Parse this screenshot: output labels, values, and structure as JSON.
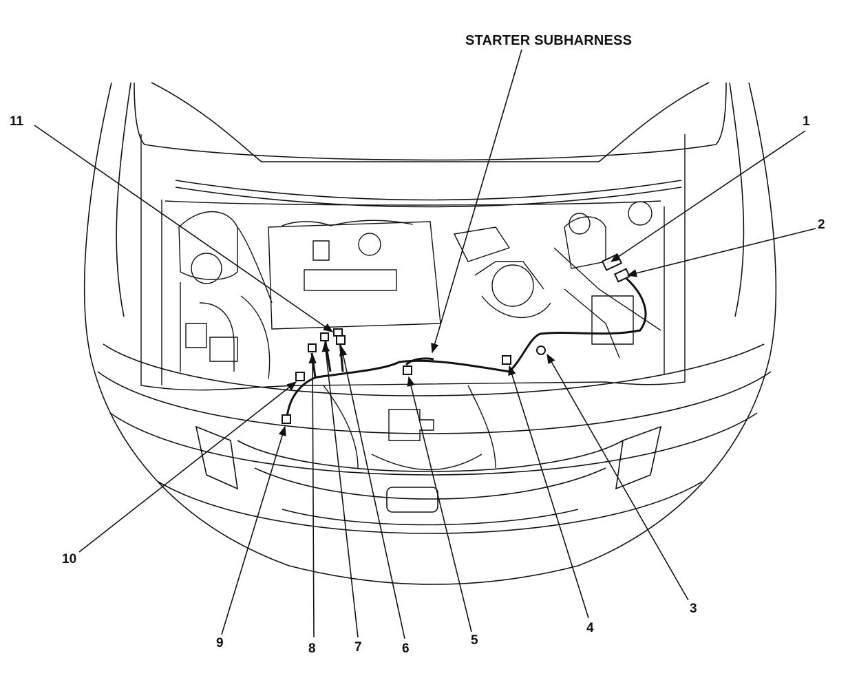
{
  "diagram": {
    "title": "STARTER SUBHARNESS",
    "callouts": [
      "1",
      "2",
      "3",
      "4",
      "5",
      "6",
      "7",
      "8",
      "9",
      "10",
      "11"
    ],
    "colors": {
      "ink": "#111111",
      "background": "#ffffff"
    }
  }
}
